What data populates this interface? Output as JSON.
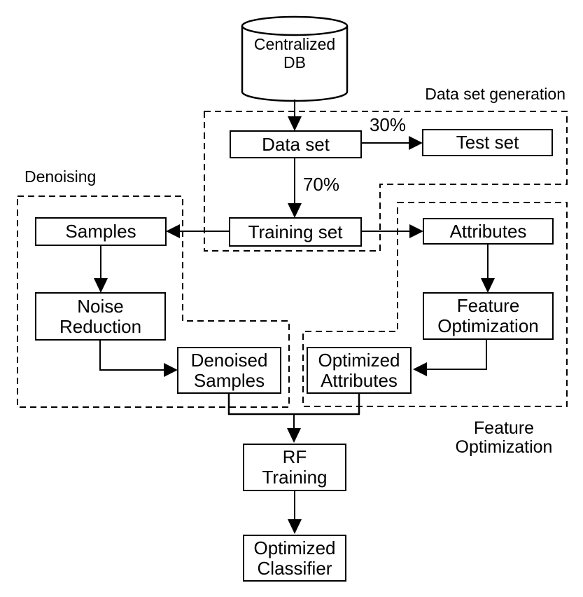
{
  "colors": {
    "ink": "#000000",
    "background": "#ffffff"
  },
  "nodes": {
    "centralized_db": {
      "label": "Centralized\nDB",
      "shape": "cylinder"
    },
    "data_set": {
      "label": "Data set"
    },
    "test_set": {
      "label": "Test set"
    },
    "training_set": {
      "label": "Training set"
    },
    "samples": {
      "label": "Samples"
    },
    "attributes": {
      "label": "Attributes"
    },
    "noise_reduction": {
      "label": "Noise\nReduction"
    },
    "feature_optimization": {
      "label": "Feature\nOptimization"
    },
    "denoised_samples": {
      "label": "Denoised\nSamples"
    },
    "optimized_attributes": {
      "label": "Optimized\nAttributes"
    },
    "rf_training": {
      "label": "RF\nTraining"
    },
    "optimized_classifier": {
      "label": "Optimized\nClassifier"
    }
  },
  "regions": {
    "data_set_generation": {
      "label": "Data set generation"
    },
    "denoising": {
      "label": "Denoising"
    },
    "feature_optimization": {
      "label": "Feature\nOptimization"
    }
  },
  "edge_labels": {
    "test_split": "30%",
    "train_split": "70%"
  }
}
